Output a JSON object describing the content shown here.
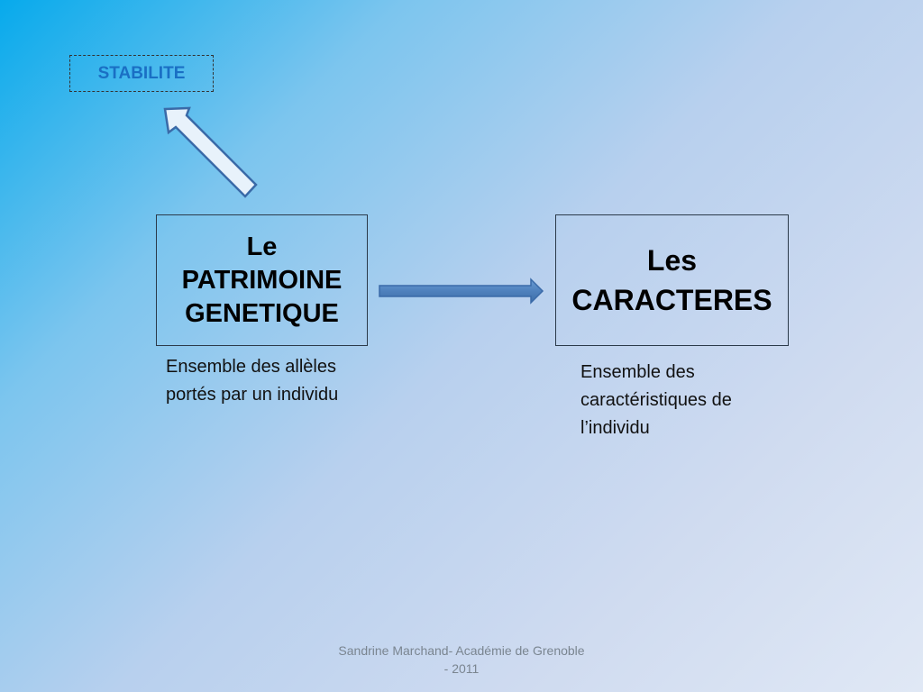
{
  "stability_label": "STABILITE",
  "left_box": {
    "line1": "Le",
    "line2": "PATRIMOINE",
    "line3": "GENETIQUE",
    "description": "Ensemble des allèles portés par un individu"
  },
  "right_box": {
    "line1": "Les",
    "line2": "CARACTERES",
    "description": "Ensemble des caractéristiques de l’individu"
  },
  "footer": {
    "line1": "Sandrine Marchand- Académie de Grenoble",
    "line2": "- 2011"
  },
  "colors": {
    "arrow_fill": "#4f81bd",
    "arrow_outline": "#3a6aa8",
    "stability_text": "#1a6fc4"
  }
}
